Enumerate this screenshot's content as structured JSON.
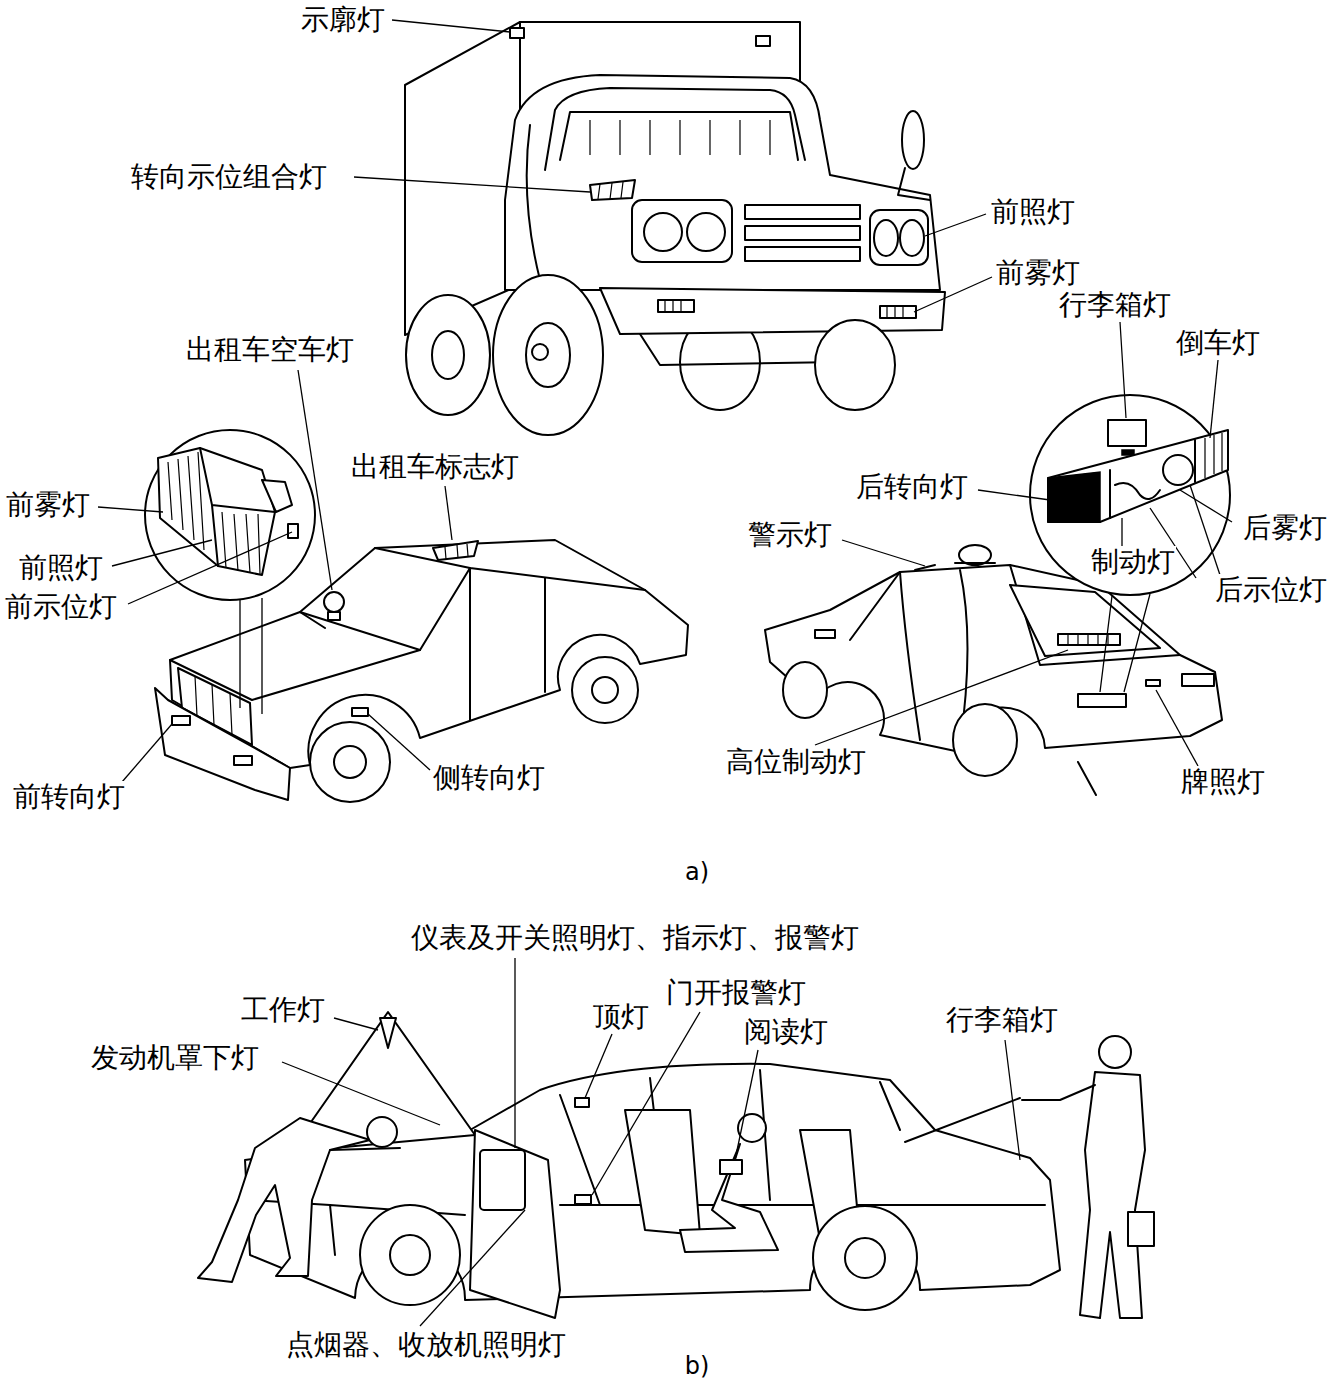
{
  "diagram": {
    "labels": [
      "示廓灯",
      "转向示位组合灯",
      "前照灯",
      "前雾灯",
      "行李箱灯",
      "倒车灯",
      "出租车空车灯",
      "出租车标志灯",
      "后转向灯",
      "前雾灯",
      "警示灯",
      "后雾灯",
      "制动灯",
      "前照灯",
      "前示位灯",
      "后示位灯",
      "高位制动灯",
      "侧转向灯",
      "牌照灯",
      "前转向灯",
      "a)",
      "仪表及开关照明灯、指示灯、报警灯",
      "工作灯",
      "顶灯",
      "门开报警灯",
      "行李箱灯",
      "阅读灯",
      "发动机罩下灯",
      "点烟器、收放机照明灯",
      "b)"
    ]
  }
}
